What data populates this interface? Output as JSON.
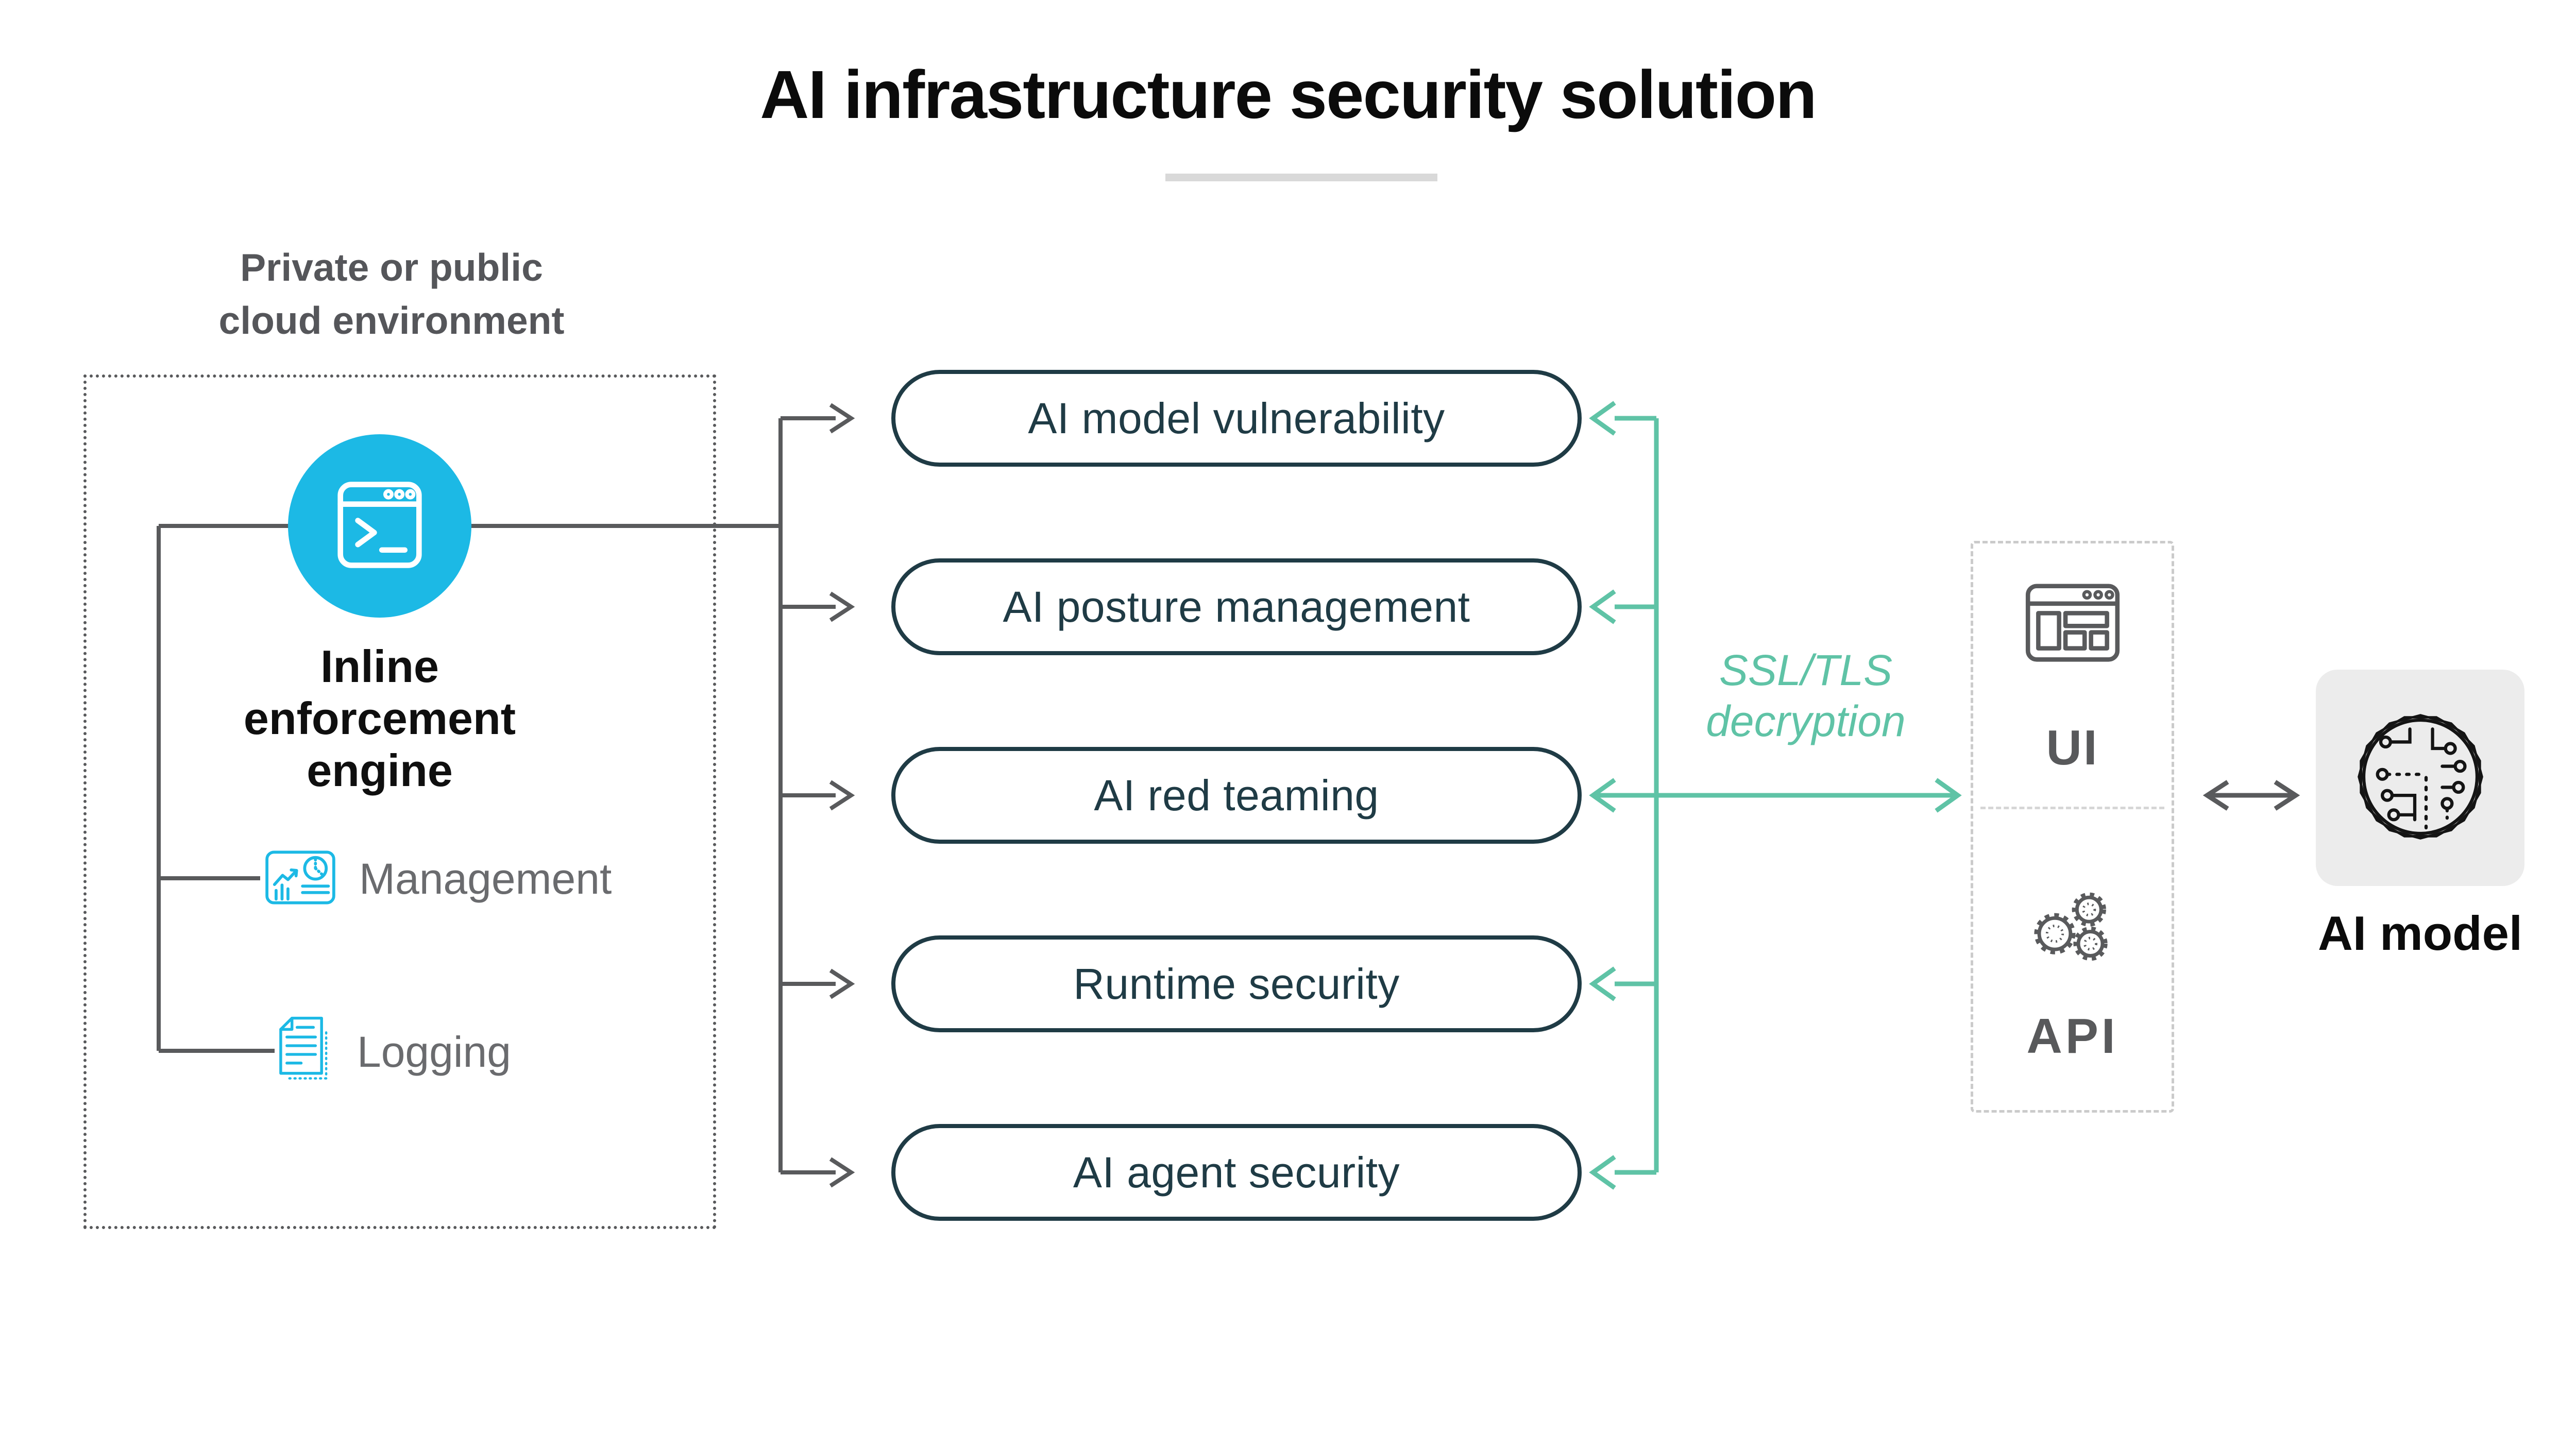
{
  "title": "AI infrastructure security solution",
  "colors": {
    "cyan": "#1cb9e5",
    "teal": "#5fc3a6",
    "dark_slate": "#1f3b45",
    "gray_line": "#595a5c",
    "gray_text": "#6a6b6e",
    "light_dash_border": "#cbcbcb",
    "title_underline": "#d9d9d9",
    "ai_model_bg": "#ececec"
  },
  "cloud": {
    "label": "Private or public cloud environment",
    "engine": {
      "label": "Inline enforcement engine",
      "icon": "terminal-window-icon"
    },
    "items": [
      {
        "label": "Management",
        "icon": "dashboard-chart-icon"
      },
      {
        "label": "Logging",
        "icon": "log-document-icon"
      }
    ]
  },
  "pills": [
    {
      "label": "AI model vulnerability"
    },
    {
      "label": "AI posture management"
    },
    {
      "label": "AI red teaming"
    },
    {
      "label": "Runtime security"
    },
    {
      "label": "AI agent security"
    }
  ],
  "ssl": {
    "label": "SSL/TLS decryption"
  },
  "gateway": {
    "sections": [
      {
        "label": "UI",
        "icon": "browser-window-icon"
      },
      {
        "label": "API",
        "icon": "gears-icon"
      }
    ]
  },
  "ai_model": {
    "label": "AI model",
    "icon": "circuit-brain-icon"
  }
}
